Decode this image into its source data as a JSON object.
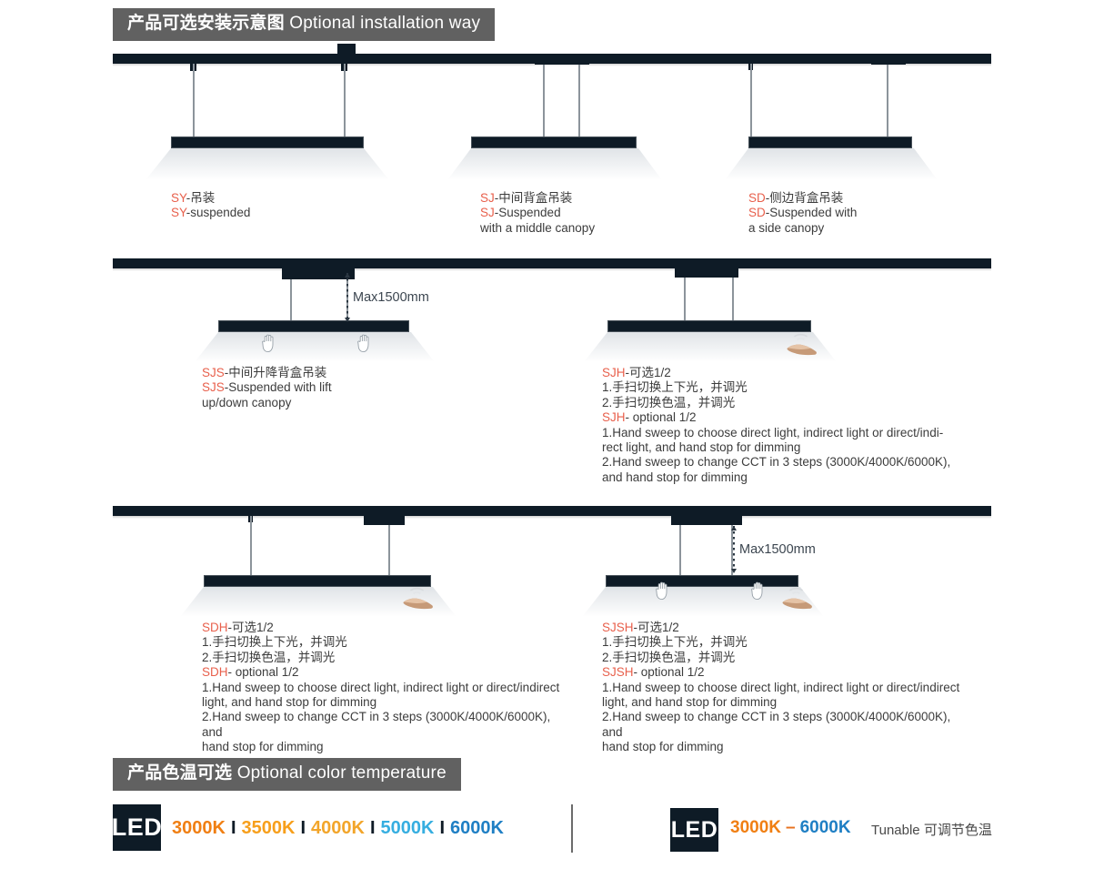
{
  "sections": {
    "installation": {
      "cn": "产品可选安装示意图",
      "en": "Optional installation way"
    },
    "cct": {
      "cn": "产品色温可选",
      "en": "Optional color temperature"
    }
  },
  "measurements": {
    "sjs_max": "Max1500mm",
    "sjsh_max": "Max1500mm"
  },
  "diagrams": [
    {
      "id": "sy",
      "code": "SY",
      "lines": [
        {
          "code": "SY",
          "text": "-吊装"
        },
        {
          "code": "SY",
          "text": "-suspended"
        }
      ]
    },
    {
      "id": "sj",
      "code": "SJ",
      "lines": [
        {
          "code": "SJ",
          "text": "-中间背盒吊装"
        },
        {
          "code": "SJ",
          "text": "-Suspended"
        },
        {
          "code": "",
          "text": "with a middle canopy"
        }
      ]
    },
    {
      "id": "sd",
      "code": "SD",
      "lines": [
        {
          "code": "SD",
          "text": "-侧边背盒吊装"
        },
        {
          "code": "SD",
          "text": "-Suspended with"
        },
        {
          "code": "",
          "text": "a side canopy"
        }
      ]
    },
    {
      "id": "sjs",
      "code": "SJS",
      "lines": [
        {
          "code": "SJS",
          "text": "-中间升降背盒吊装"
        },
        {
          "code": "SJS",
          "text": "-Suspended with lift"
        },
        {
          "code": "",
          "text": "up/down canopy"
        }
      ]
    },
    {
      "id": "sjh",
      "code": "SJH",
      "lines": [
        {
          "code": "SJH",
          "text": "-可选1/2"
        },
        {
          "code": "",
          "text": "1.手扫切换上下光，并调光"
        },
        {
          "code": "",
          "text": "2.手扫切换色温，并调光"
        },
        {
          "code": "SJH",
          "text": "- optional 1/2"
        },
        {
          "code": "",
          "text": "1.Hand sweep to choose direct light, indirect light or direct/indi-"
        },
        {
          "code": "",
          "text": "rect light, and hand stop for dimming"
        },
        {
          "code": "",
          "text": "2.Hand sweep to change CCT in 3 steps (3000K/4000K/6000K),"
        },
        {
          "code": "",
          "text": "and hand stop for dimming"
        }
      ]
    },
    {
      "id": "sdh",
      "code": "SDH",
      "lines": [
        {
          "code": "SDH",
          "text": "-可选1/2"
        },
        {
          "code": "",
          "text": "1.手扫切换上下光，并调光"
        },
        {
          "code": "",
          "text": "2.手扫切换色温，并调光"
        },
        {
          "code": "SDH",
          "text": "- optional 1/2"
        },
        {
          "code": "",
          "text": "1.Hand sweep to choose direct light, indirect light or direct/indirect"
        },
        {
          "code": "",
          "text": "light, and hand stop for dimming"
        },
        {
          "code": "",
          "text": "2.Hand sweep to change CCT in 3 steps (3000K/4000K/6000K), and"
        },
        {
          "code": "",
          "text": "hand stop for dimming"
        }
      ]
    },
    {
      "id": "sjsh",
      "code": "SJSH",
      "lines": [
        {
          "code": "SJSH",
          "text": "-可选1/2"
        },
        {
          "code": "",
          "text": "1.手扫切换上下光，并调光"
        },
        {
          "code": "",
          "text": "2.手扫切换色温，并调光"
        },
        {
          "code": "SJSH",
          "text": "- optional 1/2"
        },
        {
          "code": "",
          "text": "1.Hand sweep to choose direct light, indirect light or direct/indirect"
        },
        {
          "code": "",
          "text": "light, and hand stop for dimming"
        },
        {
          "code": "",
          "text": "2.Hand sweep to change CCT in 3 steps (3000K/4000K/6000K), and"
        },
        {
          "code": "",
          "text": "hand stop for dimming"
        }
      ]
    }
  ],
  "cct": {
    "badge_label": "LED",
    "badge_label_2": "LED",
    "steps": [
      {
        "value": "3000K",
        "color": "#f07f13"
      },
      {
        "value": "3500K",
        "color": "#f79f1b"
      },
      {
        "value": "4000K",
        "color": "#f2a52a"
      },
      {
        "value": "5000K",
        "color": "#36aee0"
      },
      {
        "value": "6000K",
        "color": "#1f7fc4"
      }
    ],
    "separator": "I",
    "range_low": "3000K",
    "range_dash": "–",
    "range_high": "6000K",
    "range_low_color": "#f07f13",
    "range_high_color": "#1f7fc4",
    "tunable": "Tunable 可调节色温"
  },
  "colors": {
    "bar_bg": "#616161",
    "code_red": "#e8604c",
    "fixture_dark": "#0e1b26",
    "text": "#3c3c3c"
  }
}
